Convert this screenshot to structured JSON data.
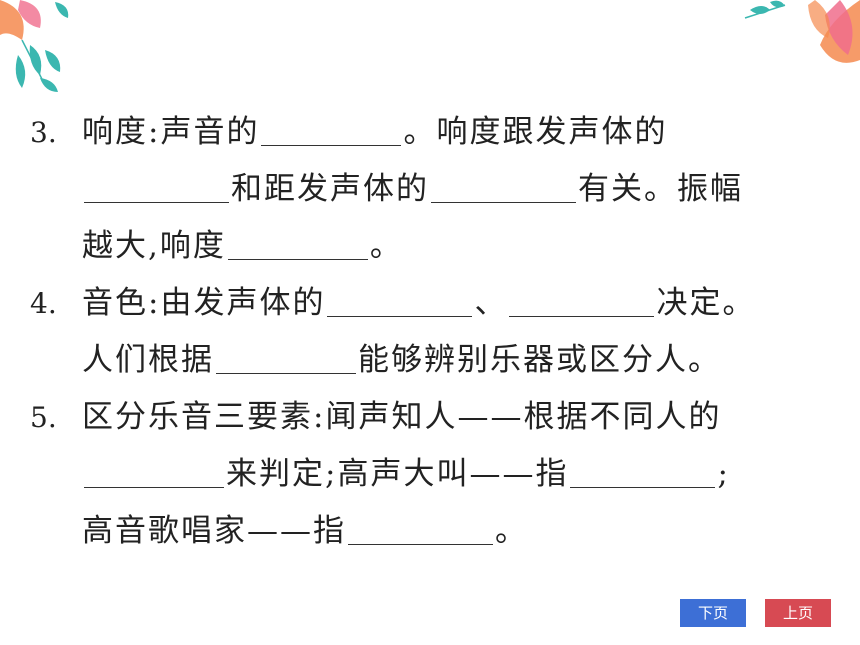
{
  "items": [
    {
      "number": "3.",
      "line1_a": "响度:声音的",
      "line1_b": "。响度跟发声体的",
      "line2_a": "和距发声体的",
      "line2_b": "有关。振幅",
      "line3_a": "越大,响度",
      "line3_b": "。"
    },
    {
      "number": "4.",
      "line1_a": "音色:由发声体的",
      "line1_sep": "、",
      "line1_b": "决定。",
      "line2_a": "人们根据",
      "line2_b": "能够辨别乐器或区分人。"
    },
    {
      "number": "5.",
      "line1_a": "区分乐音三要素:闻声知人——根据不同人的",
      "line2_a": "来判定;高声大叫——指",
      "line2_b": ";",
      "line3_a": "高音歌唱家——指",
      "line3_b": "。"
    }
  ],
  "nav": {
    "next_label": "下页",
    "prev_label": "上页"
  },
  "colors": {
    "next_button": "#3d6fd6",
    "prev_button": "#d74a53",
    "leaf_teal": "#3bb7b0",
    "leaf_pink": "#f06d8c",
    "leaf_orange": "#f58a4f"
  },
  "icons": [
    "floral-decoration-left",
    "floral-decoration-right"
  ]
}
